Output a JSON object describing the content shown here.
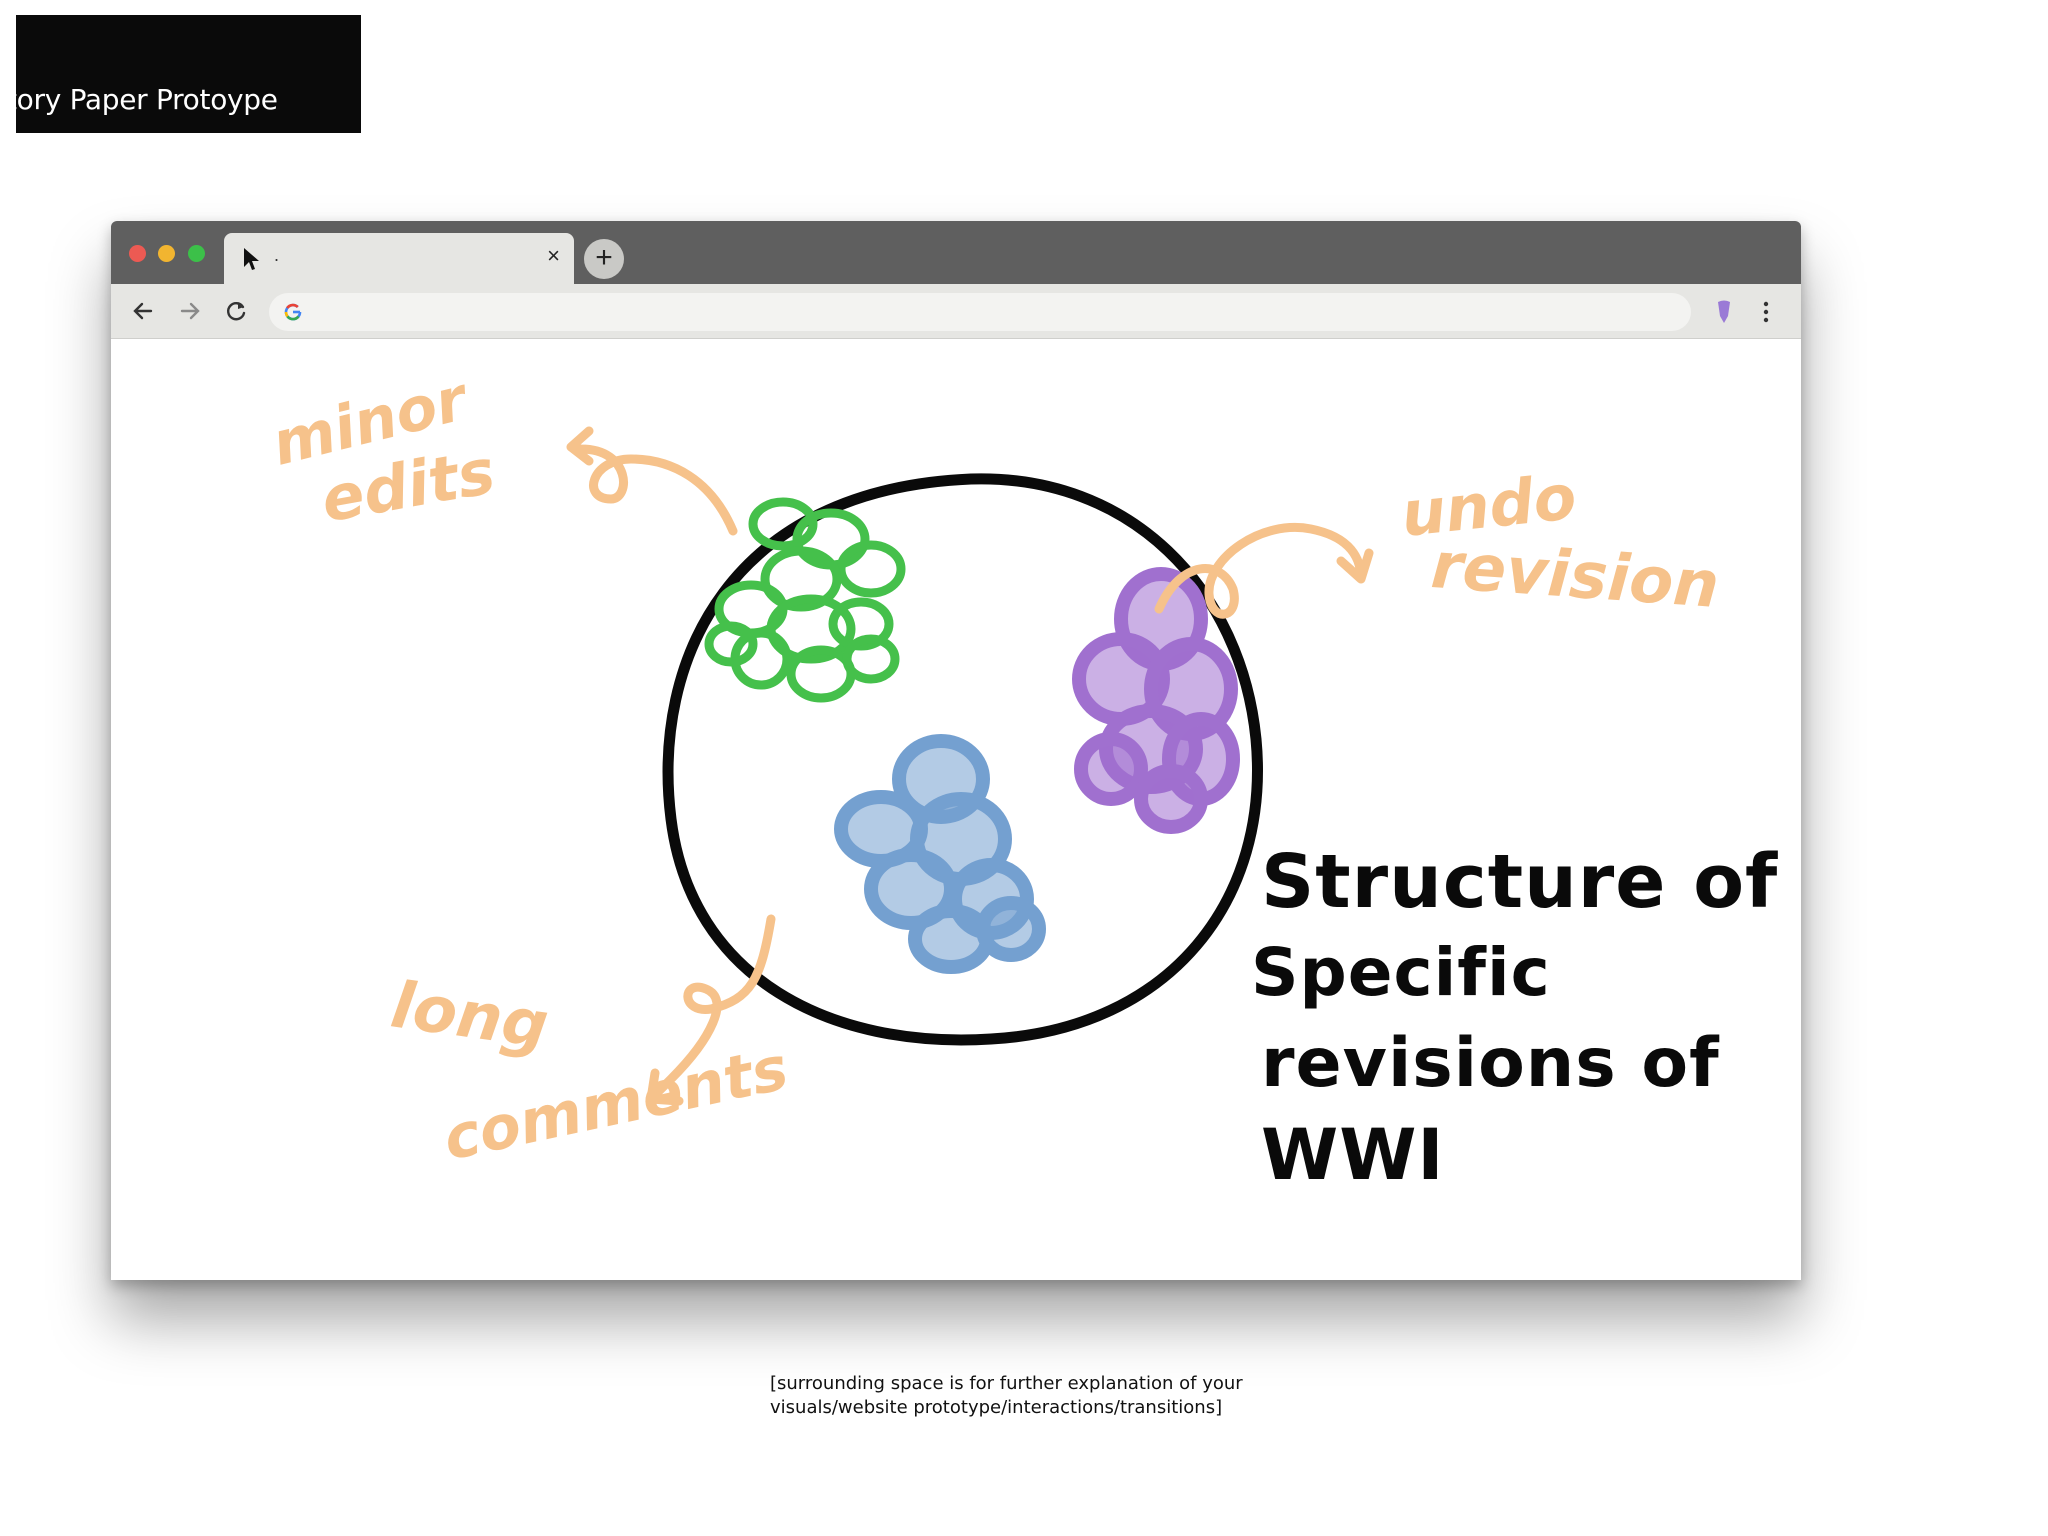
{
  "header": {
    "title": "tory Paper Protoype"
  },
  "browser": {
    "tab": {
      "title": ".",
      "close_label": "×"
    },
    "new_tab_label": "+",
    "address_bar": {
      "value": ""
    }
  },
  "sketch": {
    "labels": {
      "minor_edits": [
        "minor",
        "edits"
      ],
      "undo_revision": [
        "undo",
        "revision"
      ],
      "long_comments": [
        "long",
        "comments"
      ]
    },
    "title_lines": [
      "Structure of",
      "Specific",
      "revisions of",
      "WWI"
    ],
    "colors": {
      "annotation": "#f6c28b",
      "green_cluster": "#45c04b",
      "purple_cluster": "#a070cf",
      "blue_cluster": "#74a0d0",
      "circle": "#0a0a0a"
    }
  },
  "caption": {
    "line1": "[surrounding space is for further explanation of your",
    "line2": "visuals/website prototype/interactions/transitions]"
  }
}
